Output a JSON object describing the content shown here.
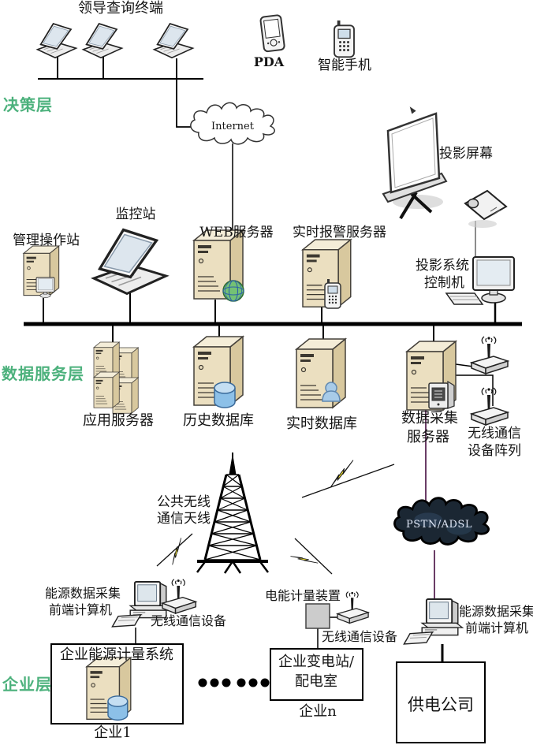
{
  "colors": {
    "layer_label_green": "#4CB17C",
    "bus_black": "#000000",
    "purple_link": "#6a3d66",
    "lightning_yellow": "#ffee33",
    "server_beige": "#ebdfc0",
    "database_blue": "#8cc0e8",
    "pstn_cloud_dark": "#1b2733"
  },
  "layers": {
    "decision": "决策层",
    "data_service": "数据服务层",
    "enterprise": "企业层"
  },
  "top": {
    "leader_terminals": "领导查询终端",
    "pda": "PDA",
    "smartphone": "智能手机",
    "internet": "Internet"
  },
  "decision": {
    "projection_screen": "投影屏幕",
    "management_station": "管理操作站",
    "monitoring_station": "监控站",
    "web_server": "WEB服务器",
    "realtime_alarm_server": "实时报警服务器",
    "projection_control_1": "投影系统",
    "projection_control_2": "控制机"
  },
  "data_service": {
    "app_server": "应用服务器",
    "history_db": "历史数据库",
    "realtime_db": "实时数据库",
    "collect_server_1": "数据采集",
    "collect_server_2": "服务器",
    "wireless_array_1": "无线通信",
    "wireless_array_2": "设备阵列",
    "public_antenna_1": "公共无线",
    "public_antenna_2": "通信天线",
    "pstn": "PSTN/ADSL"
  },
  "enterprise": {
    "frontend_pc_left_1": "能源数据采集",
    "frontend_pc_left_2": "前端计算机",
    "wireless_device_left": "无线通信设备",
    "energy_system_box": "企业能源计量系统",
    "enterprise_1": "企业1",
    "meter_device": "电能计量装置",
    "wireless_device_mid": "无线通信设备",
    "substation_1": "企业变电站/",
    "substation_2": "配电室",
    "enterprise_n": "企业n",
    "frontend_pc_right_1": "能源数据采集",
    "frontend_pc_right_2": "前端计算机",
    "power_company": "供电公司"
  }
}
